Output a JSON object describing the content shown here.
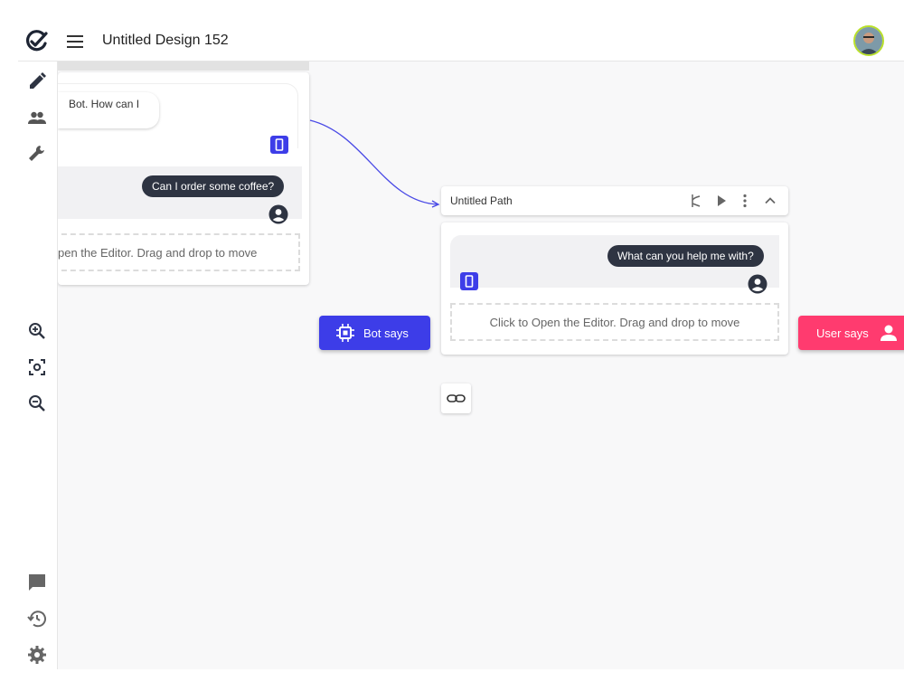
{
  "app": {
    "title": "Untitled Design 152",
    "accent_color": "#3d3de8",
    "user_color": "#ff3b6f"
  },
  "topbar": {
    "logo_icon": "app-logo-icon",
    "menu_icon": "hamburger-menu-icon",
    "avatar_icon": "user-avatar"
  },
  "sidebar": {
    "top_tools": [
      "pencil-icon",
      "people-icon",
      "wrench-icon"
    ],
    "zoom_tools": [
      "zoom-in-icon",
      "fit-screen-icon",
      "zoom-out-icon"
    ],
    "bottom_tools": [
      "chat-icon",
      "history-icon",
      "settings-icon"
    ]
  },
  "left_card": {
    "bot_message": "Bot. How can I",
    "user_message": "Can I order some coffee?",
    "dropzone_text": "pen the Editor. Drag and drop to move"
  },
  "path_card": {
    "title": "Untitled Path",
    "user_message": "What can you help me with?",
    "dropzone_text": "Click to Open the Editor. Drag and drop to move"
  },
  "buttons": {
    "bot_says": "Bot says",
    "user_says": "User says"
  }
}
